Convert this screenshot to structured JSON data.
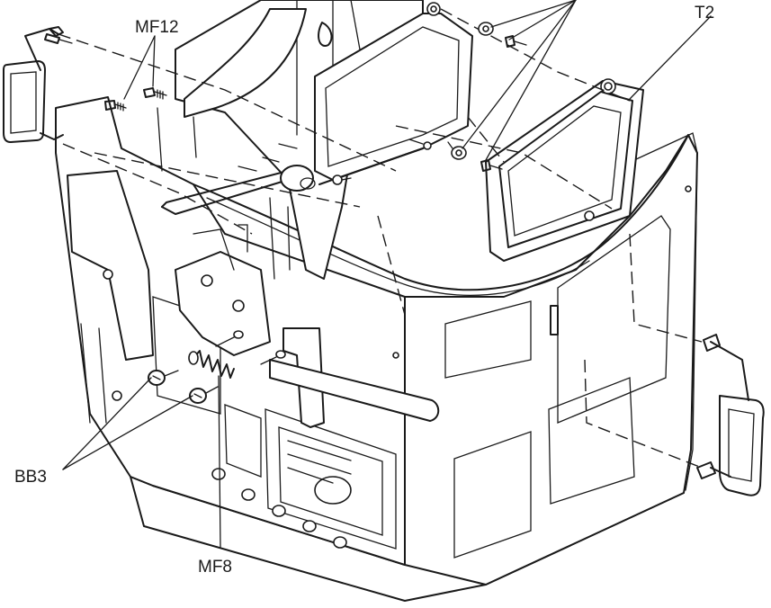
{
  "labels": {
    "mf12": "MF12",
    "t2": "T2",
    "bb3": "BB3",
    "mf8": "MF8"
  },
  "colors": {
    "ink": "#1a1a1a",
    "paper": "#ffffff"
  }
}
